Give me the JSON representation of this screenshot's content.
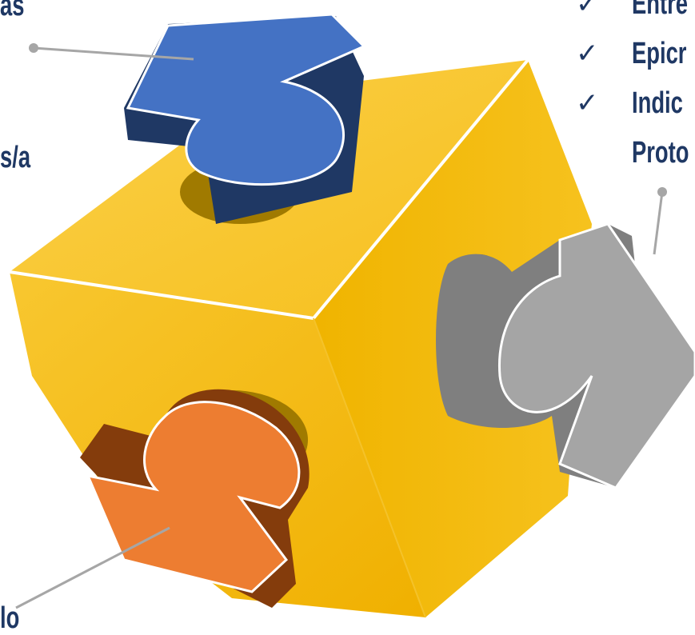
{
  "labels": {
    "left_top": "as",
    "left_mid": "s/a",
    "left_bottom": "lo"
  },
  "checklist": {
    "check_glyph": "✓",
    "items": [
      "Entre",
      "Epicr",
      "Indic",
      "Proto"
    ]
  },
  "colors": {
    "cube_top": "#f9c428",
    "cube_left": "#f5be18",
    "cube_right": "#f2b700",
    "piece_blue": "#4472c4",
    "piece_blue_dark": "#1f3864",
    "piece_gray": "#a5a5a5",
    "piece_gray_dark": "#7f7f7f",
    "piece_orange": "#ed7d31",
    "piece_orange_dark": "#843c0c",
    "text": "#1f3864",
    "connector": "#a6a6a6"
  }
}
